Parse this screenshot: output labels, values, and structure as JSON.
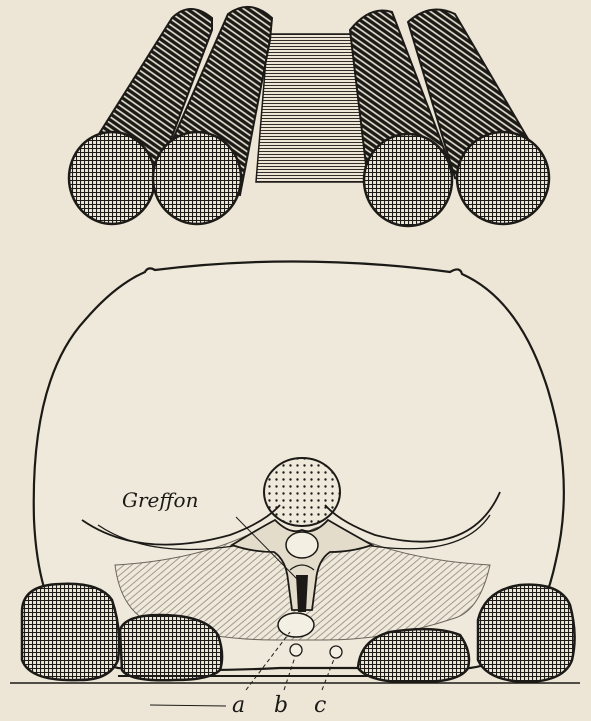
{
  "labels": {
    "greffon": "Greffon",
    "a": "a",
    "b": "b",
    "c": "c"
  },
  "colors": {
    "paper": "#ede6d6",
    "ink": "#1c1a17",
    "bolster_fill": "#6d6a64"
  }
}
